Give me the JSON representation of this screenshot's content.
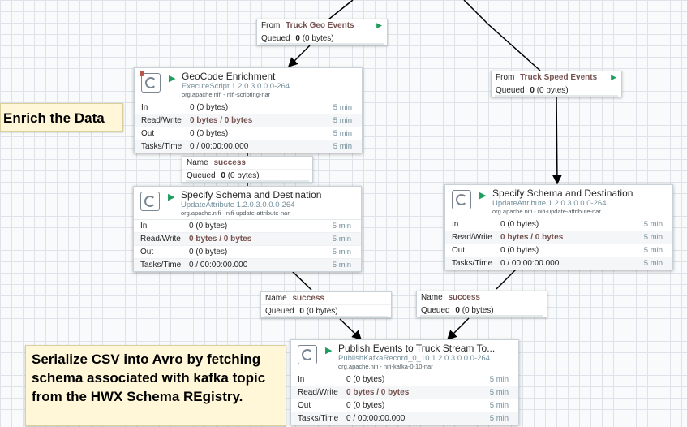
{
  "labels": {
    "enrich": "Enrich the Data",
    "serialize": [
      "Serialize CSV into Avro by fetching",
      "schema associated with kafka topic",
      "from the HWX Schema REgistry."
    ]
  },
  "stat_labels": {
    "in": "In",
    "rw": "Read/Write",
    "out": "Out",
    "tasks": "Tasks/Time"
  },
  "processors": {
    "geocode": {
      "name": "GeoCode Enrichment",
      "type": "ExecuteScript 1.2.0.3.0.0.0-264",
      "bundle": "org.apache.nifi - nifi-scripting-nar",
      "in": "0 (0 bytes)",
      "rw": "0 bytes / 0 bytes",
      "out": "0 (0 bytes)",
      "tasks": "0 / 00:00:00.000",
      "window": "5 min"
    },
    "schema_left": {
      "name": "Specify Schema and Destination",
      "type": "UpdateAttribute 1.2.0.3.0.0.0-264",
      "bundle": "org.apache.nifi - nifi-update-attribute-nar",
      "in": "0 (0 bytes)",
      "rw": "0 bytes / 0 bytes",
      "out": "0 (0 bytes)",
      "tasks": "0 / 00:00:00.000",
      "window": "5 min"
    },
    "schema_right": {
      "name": "Specify Schema and Destination",
      "type": "UpdateAttribute 1.2.0.3.0.0.0-264",
      "bundle": "org.apache.nifi - nifi-update-attribute-nar",
      "in": "0 (0 bytes)",
      "rw": "0 bytes / 0 bytes",
      "out": "0 (0 bytes)",
      "tasks": "0 / 00:00:00.000",
      "window": "5 min"
    },
    "publish": {
      "name": "Publish Events to Truck Stream To...",
      "type": "PublishKafkaRecord_0_10 1.2.0.3.0.0.0-264",
      "bundle": "org.apache.nifi - nifi-kafka-0-10-nar",
      "in": "0 (0 bytes)",
      "rw": "0 bytes / 0 bytes",
      "out": "0 (0 bytes)",
      "tasks": "0 / 00:00:00.000",
      "window": "5 min"
    }
  },
  "connections": {
    "from_label": "From",
    "name_label": "Name",
    "queued_label": "Queued",
    "geo": {
      "source": "Truck Geo Events",
      "queued_count": "0",
      "queued_size": "(0 bytes)"
    },
    "speed": {
      "source": "Truck Speed Events",
      "queued_count": "0",
      "queued_size": "(0 bytes)"
    },
    "success_top": {
      "name": "success",
      "queued_count": "0",
      "queued_size": "(0 bytes)"
    },
    "success_left": {
      "name": "success",
      "queued_count": "0",
      "queued_size": "(0 bytes)"
    },
    "success_right": {
      "name": "success",
      "queued_count": "0",
      "queued_size": "(0 bytes)"
    }
  },
  "colors": {
    "running": "#1e9e5e",
    "accent_value": "#775351",
    "type_text": "#728e9b",
    "label_bg": "#fff7d7"
  }
}
